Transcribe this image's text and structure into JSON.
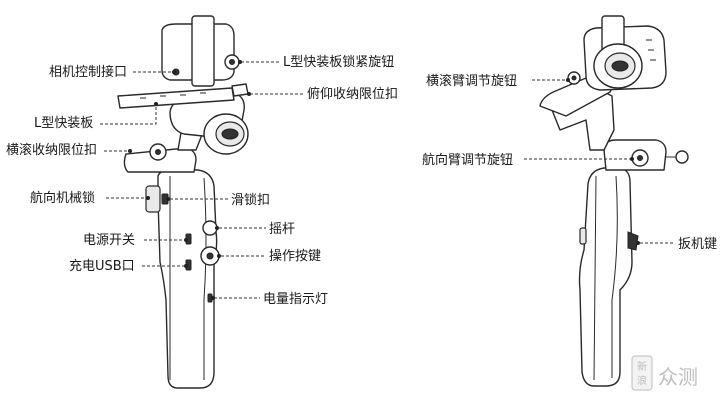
{
  "left_labels": {
    "camera_control_port": "相机控制接口",
    "l_quick_release_plate": "L型快装板",
    "roll_fold_limit_clip": "横滚收纳限位扣",
    "pan_lock": "航向机械锁",
    "power_switch": "电源开关",
    "usb_charging_port": "充电USB口"
  },
  "right_labels": {
    "l_plate_lock_knob": "L型快装板锁紧旋钮",
    "tilt_fold_limit_clip": "俯仰收纳限位扣",
    "slide_lock": "滑锁扣",
    "joystick": "摇杆",
    "operation_button": "操作按键",
    "battery_indicator": "电量指示灯"
  },
  "back_view_labels": {
    "roll_arm_knob": "横滚臂调节旋钮",
    "pan_arm_knob": "航向臂调节旋钮",
    "trigger": "扳机键"
  },
  "watermark": {
    "logo_glyphs": "新浪",
    "text": "众测"
  }
}
